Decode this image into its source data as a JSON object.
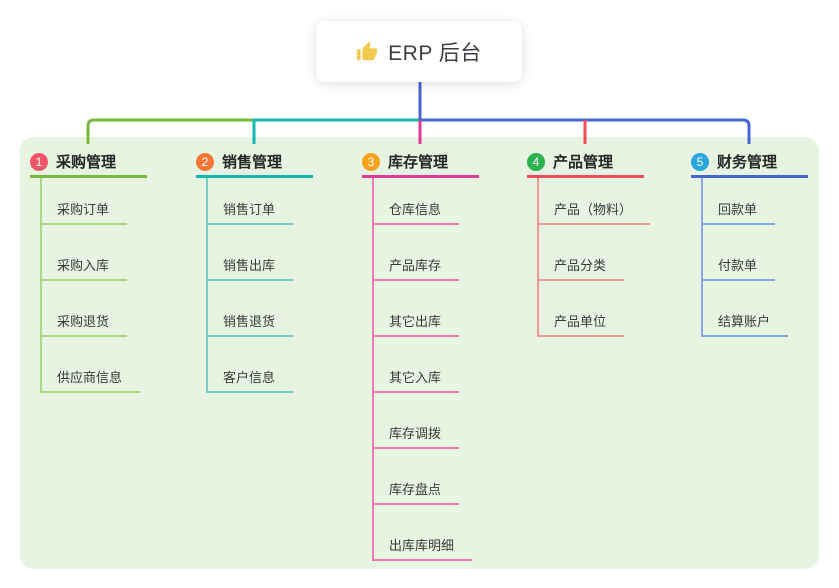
{
  "root": {
    "label": "ERP 后台",
    "icon": "thumbs-up"
  },
  "panel": {
    "background": "#e6f4e1"
  },
  "connector": {
    "root_stem_color": "#4a63d2"
  },
  "branches": [
    {
      "number": "1",
      "label": "采购管理",
      "badge_color": "#f25768",
      "line_color": "#7ab83e",
      "child_line_color": "#b0d687",
      "children": [
        "采购订单",
        "采购入库",
        "采购退货",
        "供应商信息"
      ]
    },
    {
      "number": "2",
      "label": "销售管理",
      "badge_color": "#f57733",
      "line_color": "#13b7ae",
      "child_line_color": "#7bccc4",
      "children": [
        "销售订单",
        "销售出库",
        "销售退货",
        "客户信息"
      ]
    },
    {
      "number": "3",
      "label": "库存管理",
      "badge_color": "#f9a21a",
      "line_color": "#e03a97",
      "child_line_color": "#f07cb4",
      "children": [
        "仓库信息",
        "产品库存",
        "其它出库",
        "其它入库",
        "库存调拨",
        "库存盘点",
        "出库库明细"
      ]
    },
    {
      "number": "4",
      "label": "产品管理",
      "badge_color": "#2cb34f",
      "line_color": "#f34d5b",
      "child_line_color": "#f29899",
      "children": [
        "产品（物料）",
        "产品分类",
        "产品单位"
      ]
    },
    {
      "number": "5",
      "label": "财务管理",
      "badge_color": "#2aa5de",
      "line_color": "#4a63d2",
      "child_line_color": "#8aa6e4",
      "children": [
        "回款单",
        "付款单",
        "结算账户"
      ]
    }
  ]
}
